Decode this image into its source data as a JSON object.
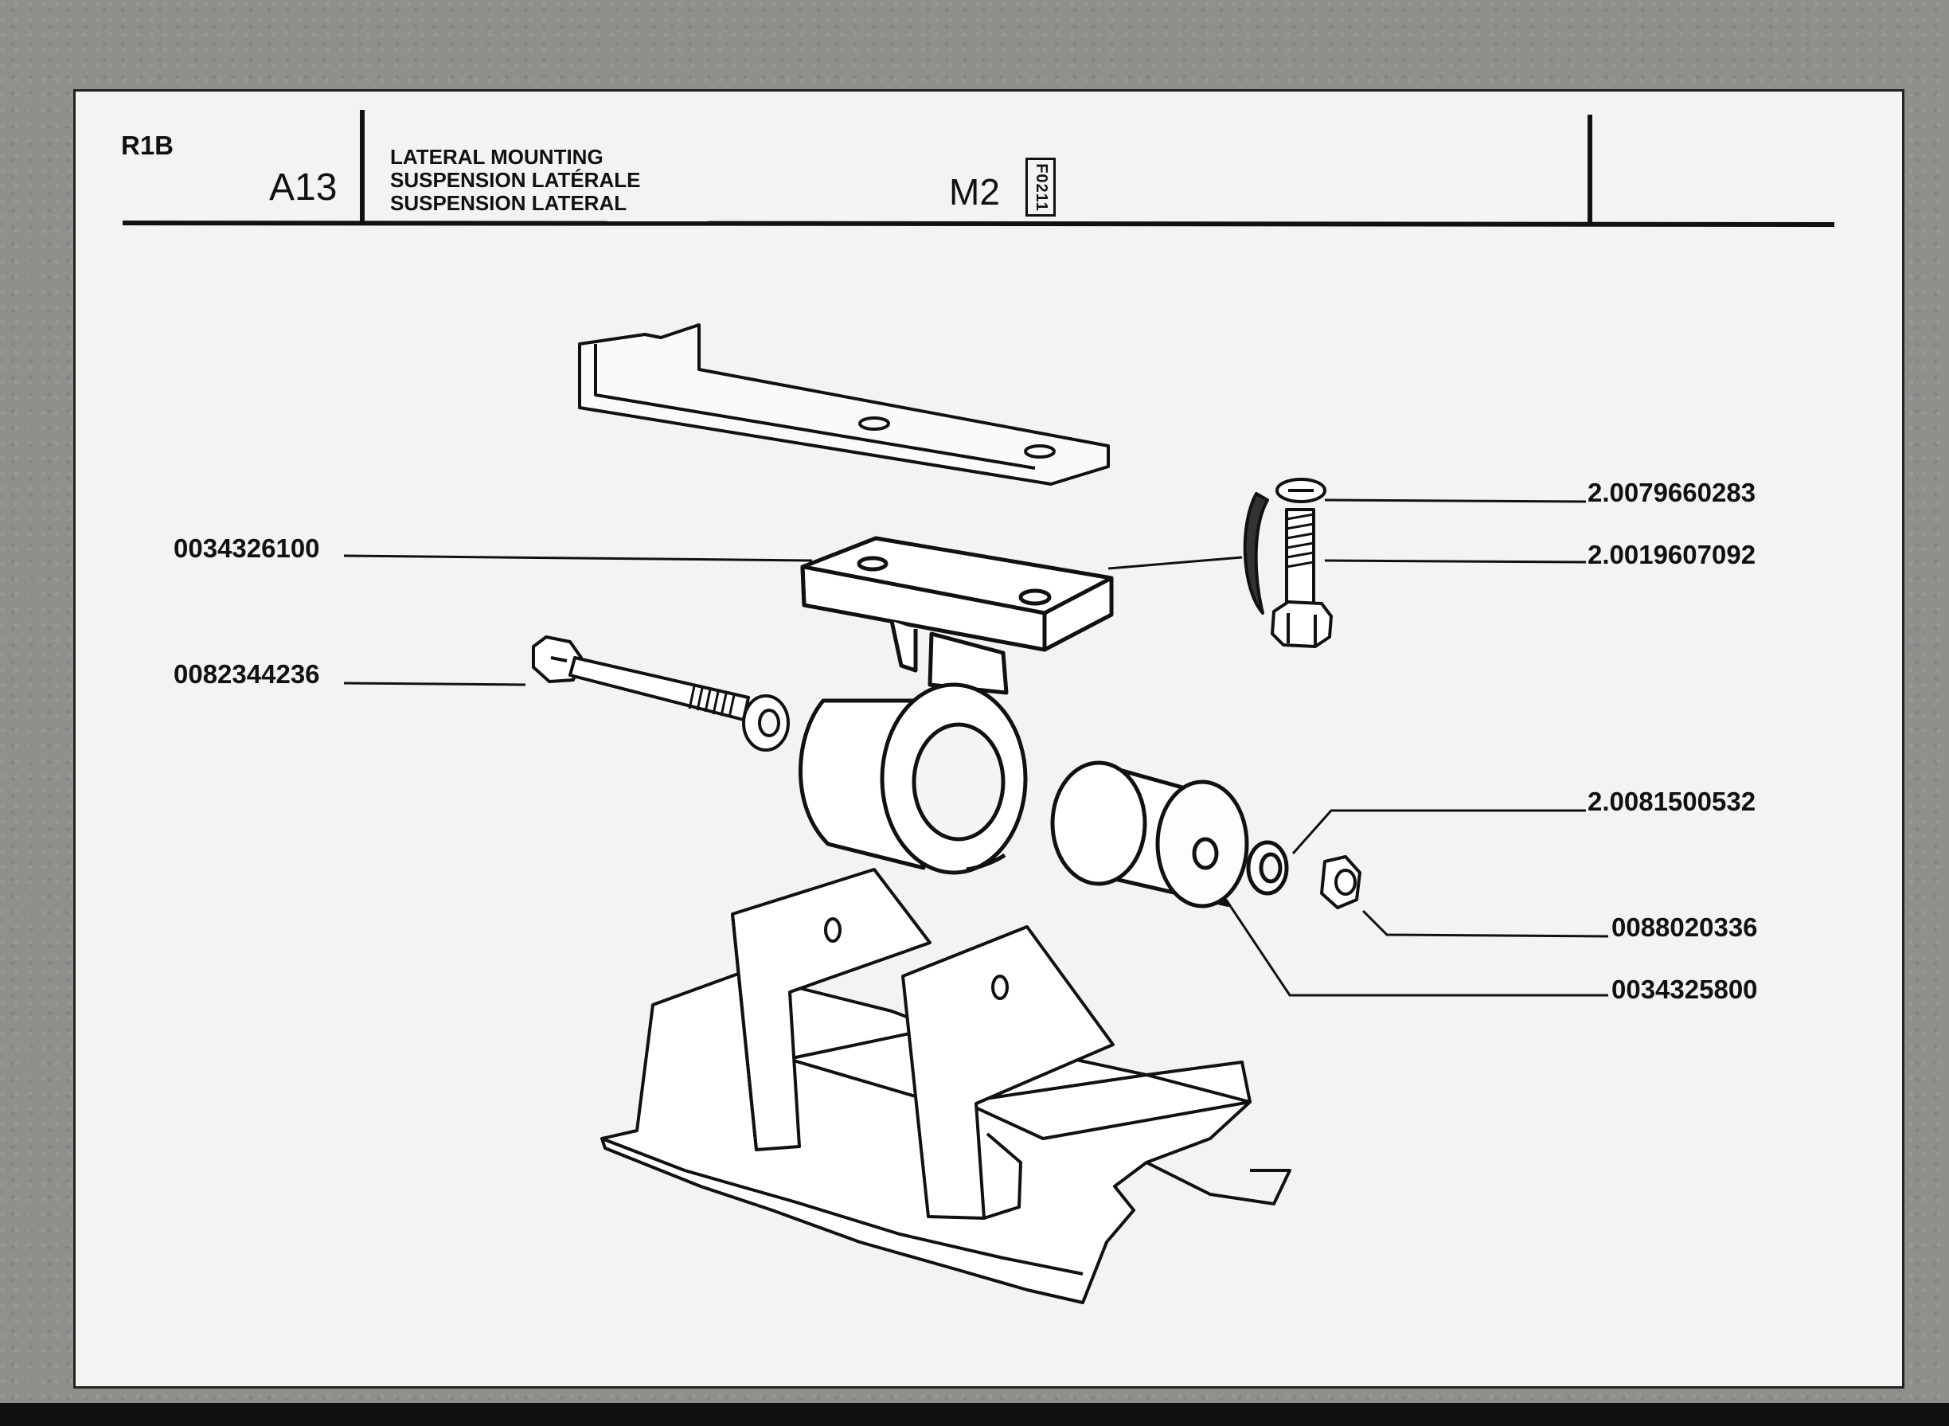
{
  "header": {
    "model": "R1B",
    "group": "A13",
    "title_en": "LATERAL MOUNTING",
    "title_fr": "SUSPENSION LATÉRALE",
    "title_es": "SUSPENSION LATERAL",
    "variant": "M2",
    "stamp": "F0211"
  },
  "parts": {
    "upper_bracket": "0034326100",
    "long_bolt": "0082344236",
    "spring_washer": "2.0079660283",
    "short_bolt": "2.0019607092",
    "flat_washer": "2.0081500532",
    "nut": "0088020336",
    "rubber_bush": "0034325800"
  }
}
